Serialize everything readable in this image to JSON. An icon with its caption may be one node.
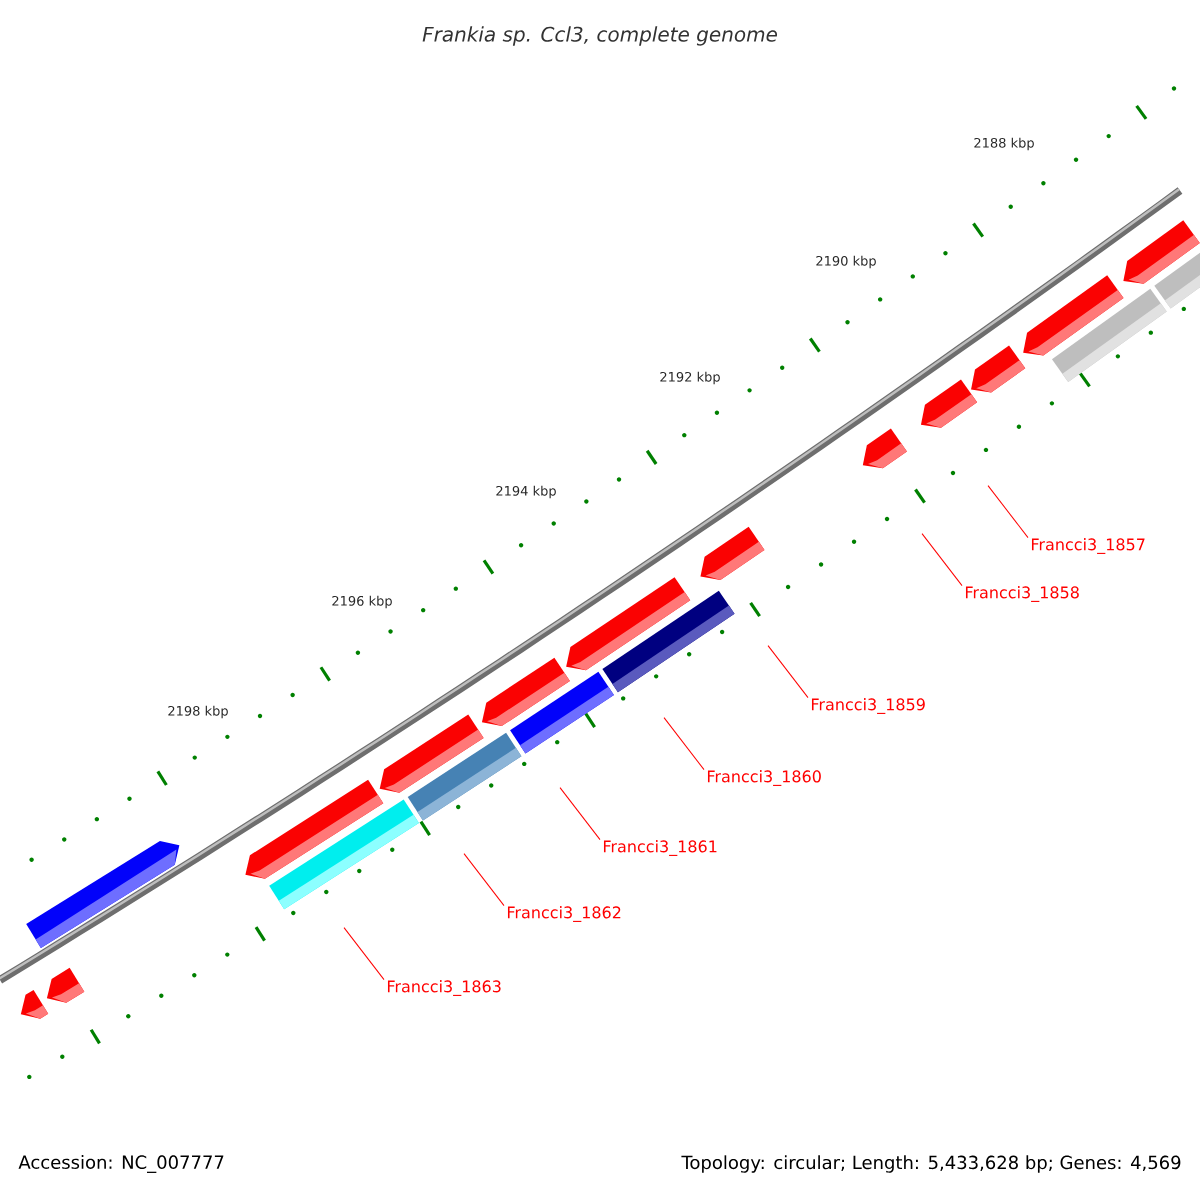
{
  "diagram": {
    "title": "*Frankia* sp. Ccl3, complete genome",
    "nodes": [
      {
        "text": [
          "Francci3_1857"
        ]
      },
      {
        "text": [
          "Francci3_1858"
        ]
      },
      {
        "text": [
          "Francci3_1859"
        ]
      },
      {
        "text": [
          "Francci3_1860"
        ]
      },
      {
        "text": [
          "Francci3_1861"
        ]
      },
      {
        "text": [
          "Francci3_1862"
        ]
      },
      {
        "text": [
          "Francci3_1863"
        ]
      }
    ],
    "edges": [
      {
        "from": 0,
        "to": null,
        "arrow": "none"
      },
      {
        "from": 1,
        "to": null,
        "arrow": "none"
      },
      {
        "from": 2,
        "to": null,
        "arrow": "none"
      },
      {
        "from": 3,
        "to": null,
        "arrow": "none"
      },
      {
        "from": 4,
        "to": null,
        "arrow": "none"
      },
      {
        "from": 5,
        "to": null,
        "arrow": "none"
      },
      {
        "from": 6,
        "to": null,
        "arrow": "none"
      }
    ],
    "labels": [
      "2188 kbp",
      "2190 kbp",
      "2192 kbp",
      "2194 kbp",
      "2196 kbp",
      "2198 kbp",
      "Accession: NC_007777",
      "Topology: circular; Length: 5,433,628 bp; Genes: 4,569"
    ]
  }
}
